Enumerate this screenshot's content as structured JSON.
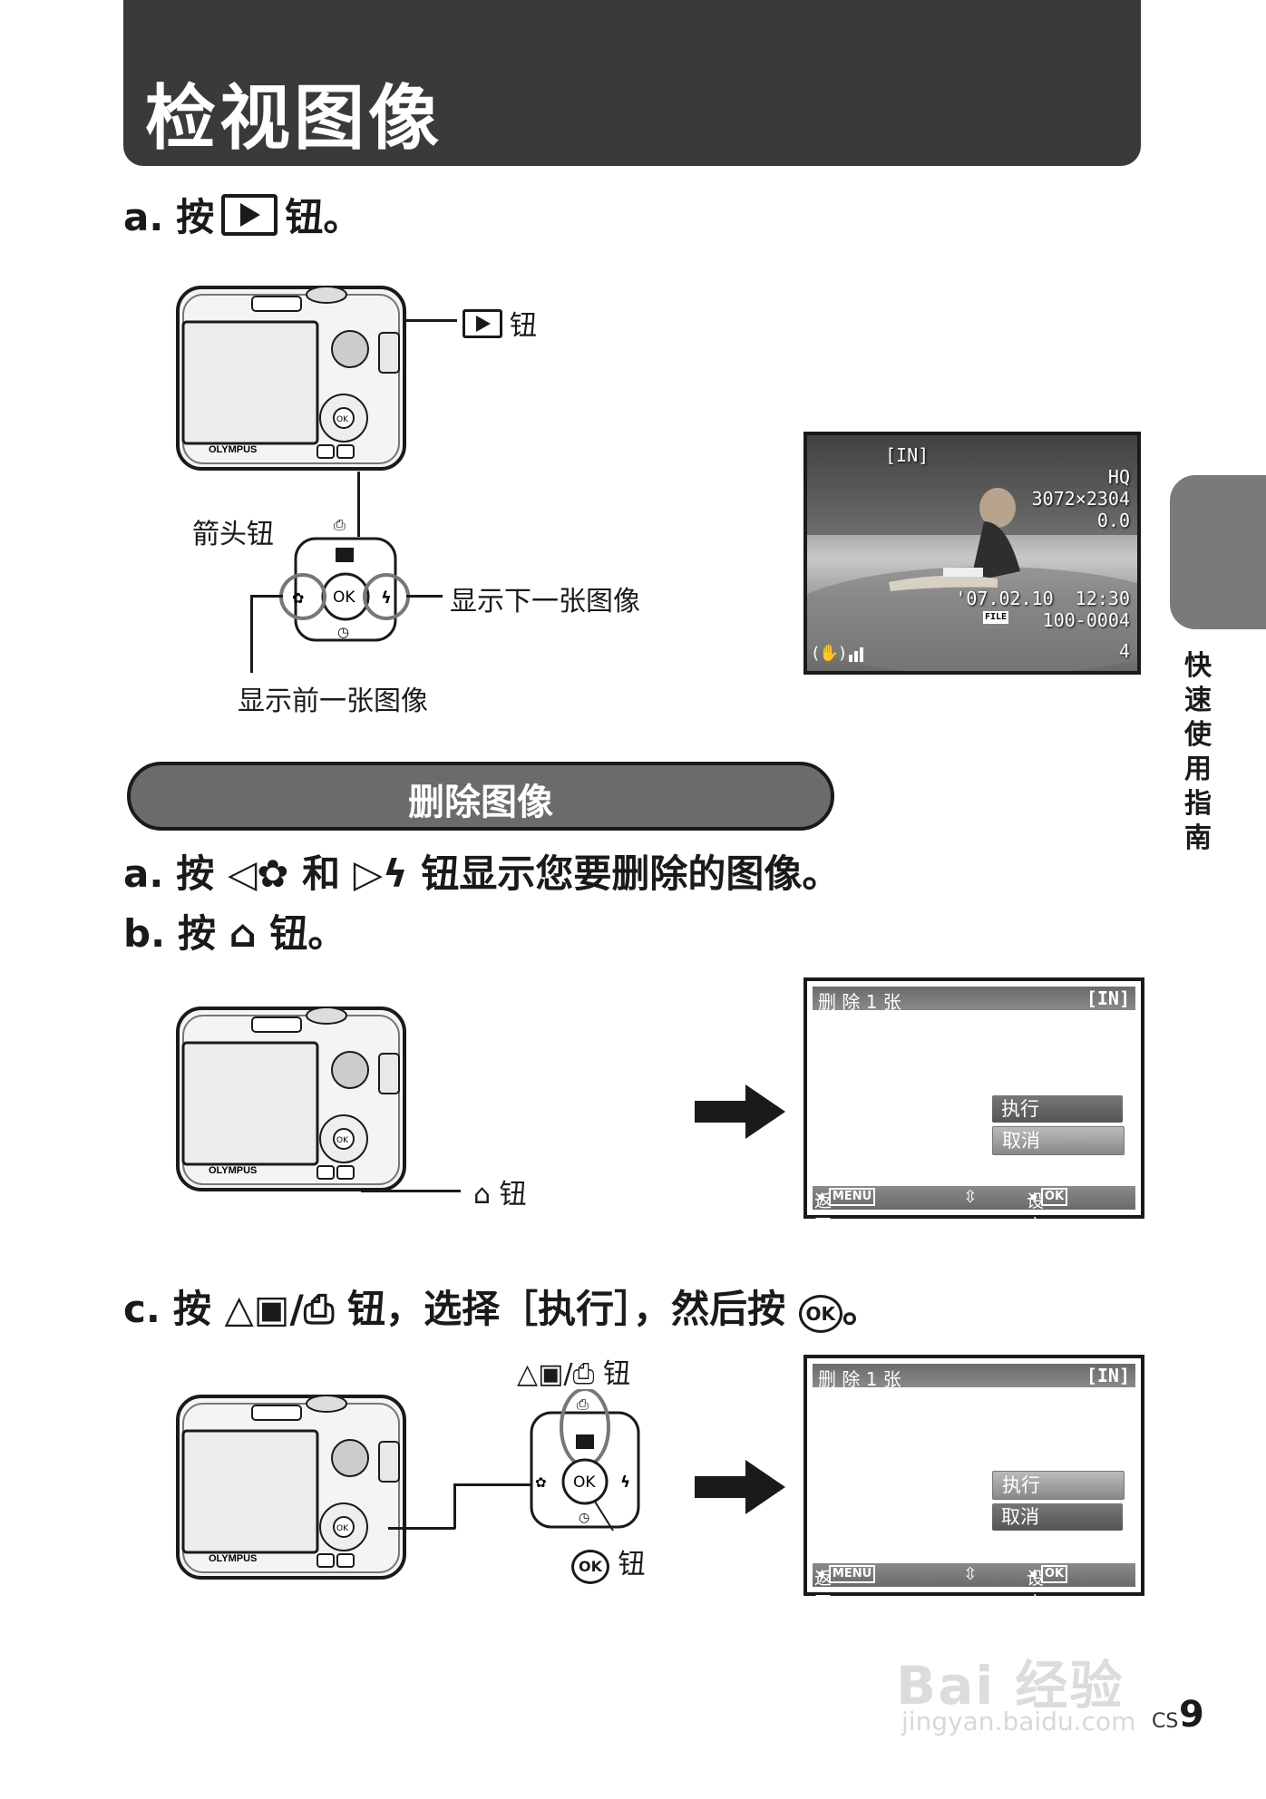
{
  "header": {
    "title": "检视图像"
  },
  "side_tab": {
    "text": "快速使用指南"
  },
  "section1": {
    "step_a": {
      "letter": "a.",
      "pre": "按",
      "post": "钮。"
    },
    "callouts": {
      "play_button": "钮",
      "arrow_buttons": "箭头钮",
      "next_image": "显示下一张图像",
      "prev_image": "显示前一张图像"
    },
    "photo_osd": {
      "memory": "[IN]",
      "quality": "HQ",
      "resolution": "3072×2304",
      "exposure": "0.0",
      "datetime": "'07.02.10  12:30",
      "file_label": "FILE",
      "file_number": "100-0004",
      "frame_count": "4"
    }
  },
  "section2": {
    "title": "删除图像",
    "step_a": {
      "letter": "a.",
      "pre": "按",
      "middle": "和",
      "post": "钮显示您要删除的图像。"
    },
    "step_b": {
      "letter": "b.",
      "pre": "按",
      "post": "钮。"
    },
    "step_c": {
      "letter": "c.",
      "pre": "按",
      "mid": "钮，选择［执行］，然后按",
      "ok": "OK",
      "post": "。"
    },
    "callouts": {
      "erase_button": "钮",
      "up_button": "钮",
      "ok_button_text": "OK",
      "ok_button": "钮"
    }
  },
  "screens": {
    "header_left": "删 除 1 张",
    "header_right": "[IN]",
    "option_execute": "执行",
    "option_cancel": "取消",
    "footer_back": "返回",
    "footer_menu": "MENU",
    "footer_set": "设定",
    "footer_ok": "OK"
  },
  "camera": {
    "brand": "OLYMPUS",
    "center_button": "OK"
  },
  "footer": {
    "watermark_logo": "Bai 经验",
    "watermark_url": "jingyan.baidu.com",
    "page_prefix": "CS",
    "page_number": "9"
  }
}
